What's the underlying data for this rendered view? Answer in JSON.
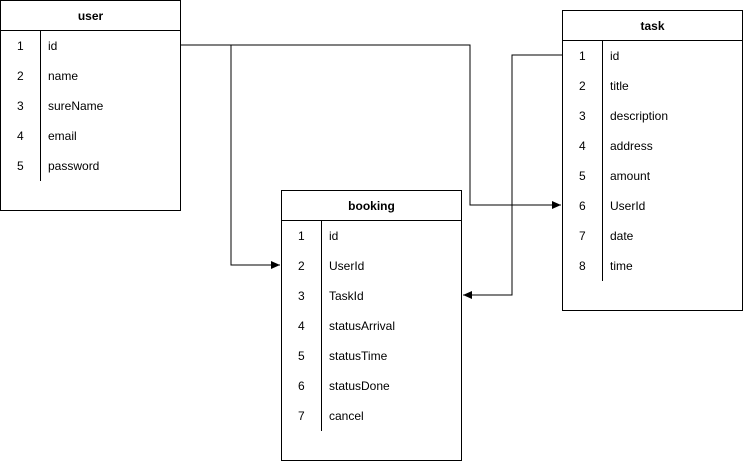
{
  "tables": {
    "user": {
      "title": "user",
      "rows": [
        {
          "num": "1",
          "field": "id"
        },
        {
          "num": "2",
          "field": "name"
        },
        {
          "num": "3",
          "field": "sureName"
        },
        {
          "num": "4",
          "field": "email"
        },
        {
          "num": "5",
          "field": "password"
        }
      ]
    },
    "task": {
      "title": "task",
      "rows": [
        {
          "num": "1",
          "field": "id"
        },
        {
          "num": "2",
          "field": "title"
        },
        {
          "num": "3",
          "field": "description"
        },
        {
          "num": "4",
          "field": "address"
        },
        {
          "num": "5",
          "field": "amount"
        },
        {
          "num": "6",
          "field": "UserId"
        },
        {
          "num": "7",
          "field": "date"
        },
        {
          "num": "8",
          "field": "time"
        }
      ]
    },
    "booking": {
      "title": "booking",
      "rows": [
        {
          "num": "1",
          "field": "id"
        },
        {
          "num": "2",
          "field": "UserId"
        },
        {
          "num": "3",
          "field": "TaskId"
        },
        {
          "num": "4",
          "field": "statusArrival"
        },
        {
          "num": "5",
          "field": "statusTime"
        },
        {
          "num": "6",
          "field": "statusDone"
        },
        {
          "num": "7",
          "field": "cancel"
        }
      ]
    }
  },
  "relations": [
    {
      "from": "user.id",
      "to": "booking.UserId"
    },
    {
      "from": "user.id",
      "to": "task.UserId"
    },
    {
      "from": "task.id",
      "to": "booking.TaskId"
    }
  ],
  "colors": {
    "line": "#000000",
    "background": "#ffffff"
  }
}
